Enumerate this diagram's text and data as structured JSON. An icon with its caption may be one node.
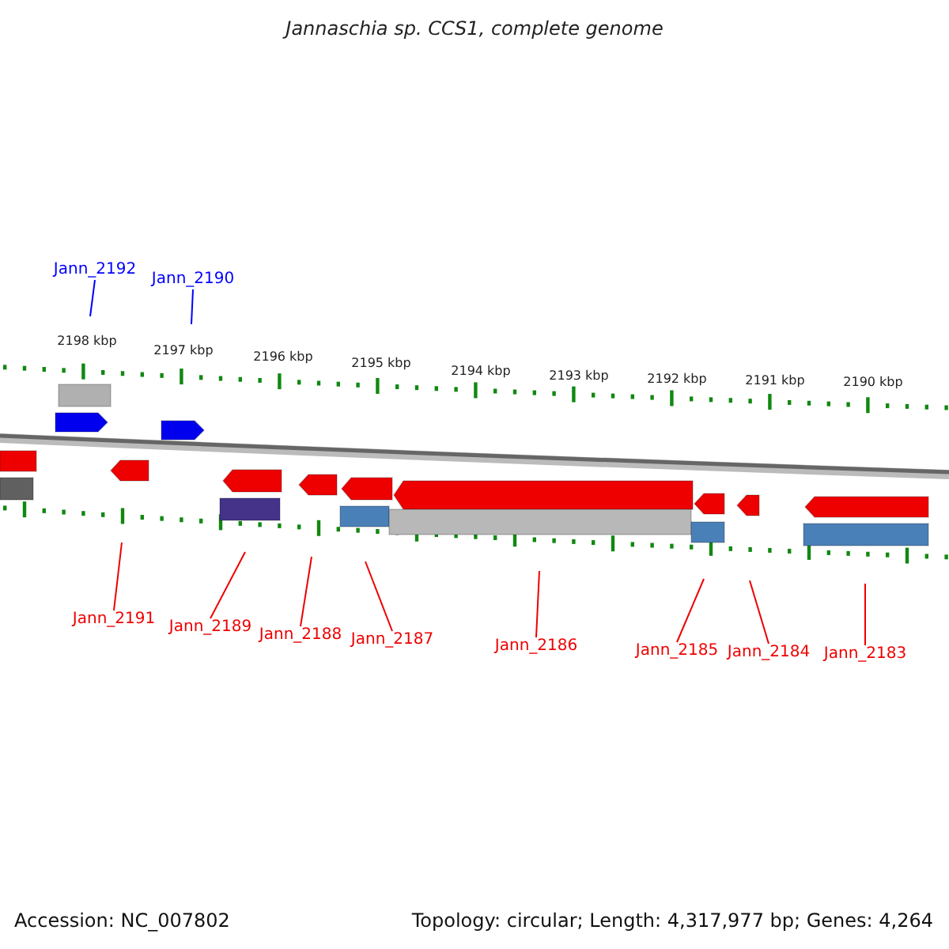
{
  "diagram": {
    "title": "Jannaschia sp. CCS1, complete genome",
    "nodes": [
      {
        "text": [
          "Jann_2192"
        ]
      },
      {
        "text": [
          "Jann_2190"
        ]
      },
      {
        "text": [
          "Jann_2191"
        ]
      },
      {
        "text": [
          "Jann_2189"
        ]
      },
      {
        "text": [
          "Jann_2188"
        ]
      },
      {
        "text": [
          "Jann_2187"
        ]
      },
      {
        "text": [
          "Jann_2186"
        ]
      },
      {
        "text": [
          "Jann_2185"
        ]
      },
      {
        "text": [
          "Jann_2184"
        ]
      },
      {
        "text": [
          "Jann_2183"
        ]
      }
    ],
    "edges": [
      {
        "from": 0,
        "to": null,
        "arrow": "none",
        "color": "#0000ff"
      },
      {
        "from": 1,
        "to": null,
        "arrow": "none",
        "color": "#0000ff"
      },
      {
        "from": 2,
        "to": null,
        "arrow": "none"
      },
      {
        "from": 3,
        "to": null,
        "arrow": "none"
      },
      {
        "from": 4,
        "to": null,
        "arrow": "none"
      },
      {
        "from": 5,
        "to": null,
        "arrow": "none"
      },
      {
        "from": 6,
        "to": null,
        "arrow": "none"
      },
      {
        "from": 7,
        "to": null,
        "arrow": "none"
      },
      {
        "from": 8,
        "to": null,
        "arrow": "none"
      },
      {
        "from": 9,
        "to": null,
        "arrow": "none"
      }
    ],
    "labels": [
      "2198 kbp",
      "2197 kbp",
      "2196 kbp",
      "2195 kbp",
      "2194 kbp",
      "2193 kbp",
      "2192 kbp",
      "2191 kbp",
      "2190 kbp",
      "Accession: NC_007802",
      "Topology: circular; Length: 4,317,977 bp; Genes: 4,264"
    ]
  }
}
